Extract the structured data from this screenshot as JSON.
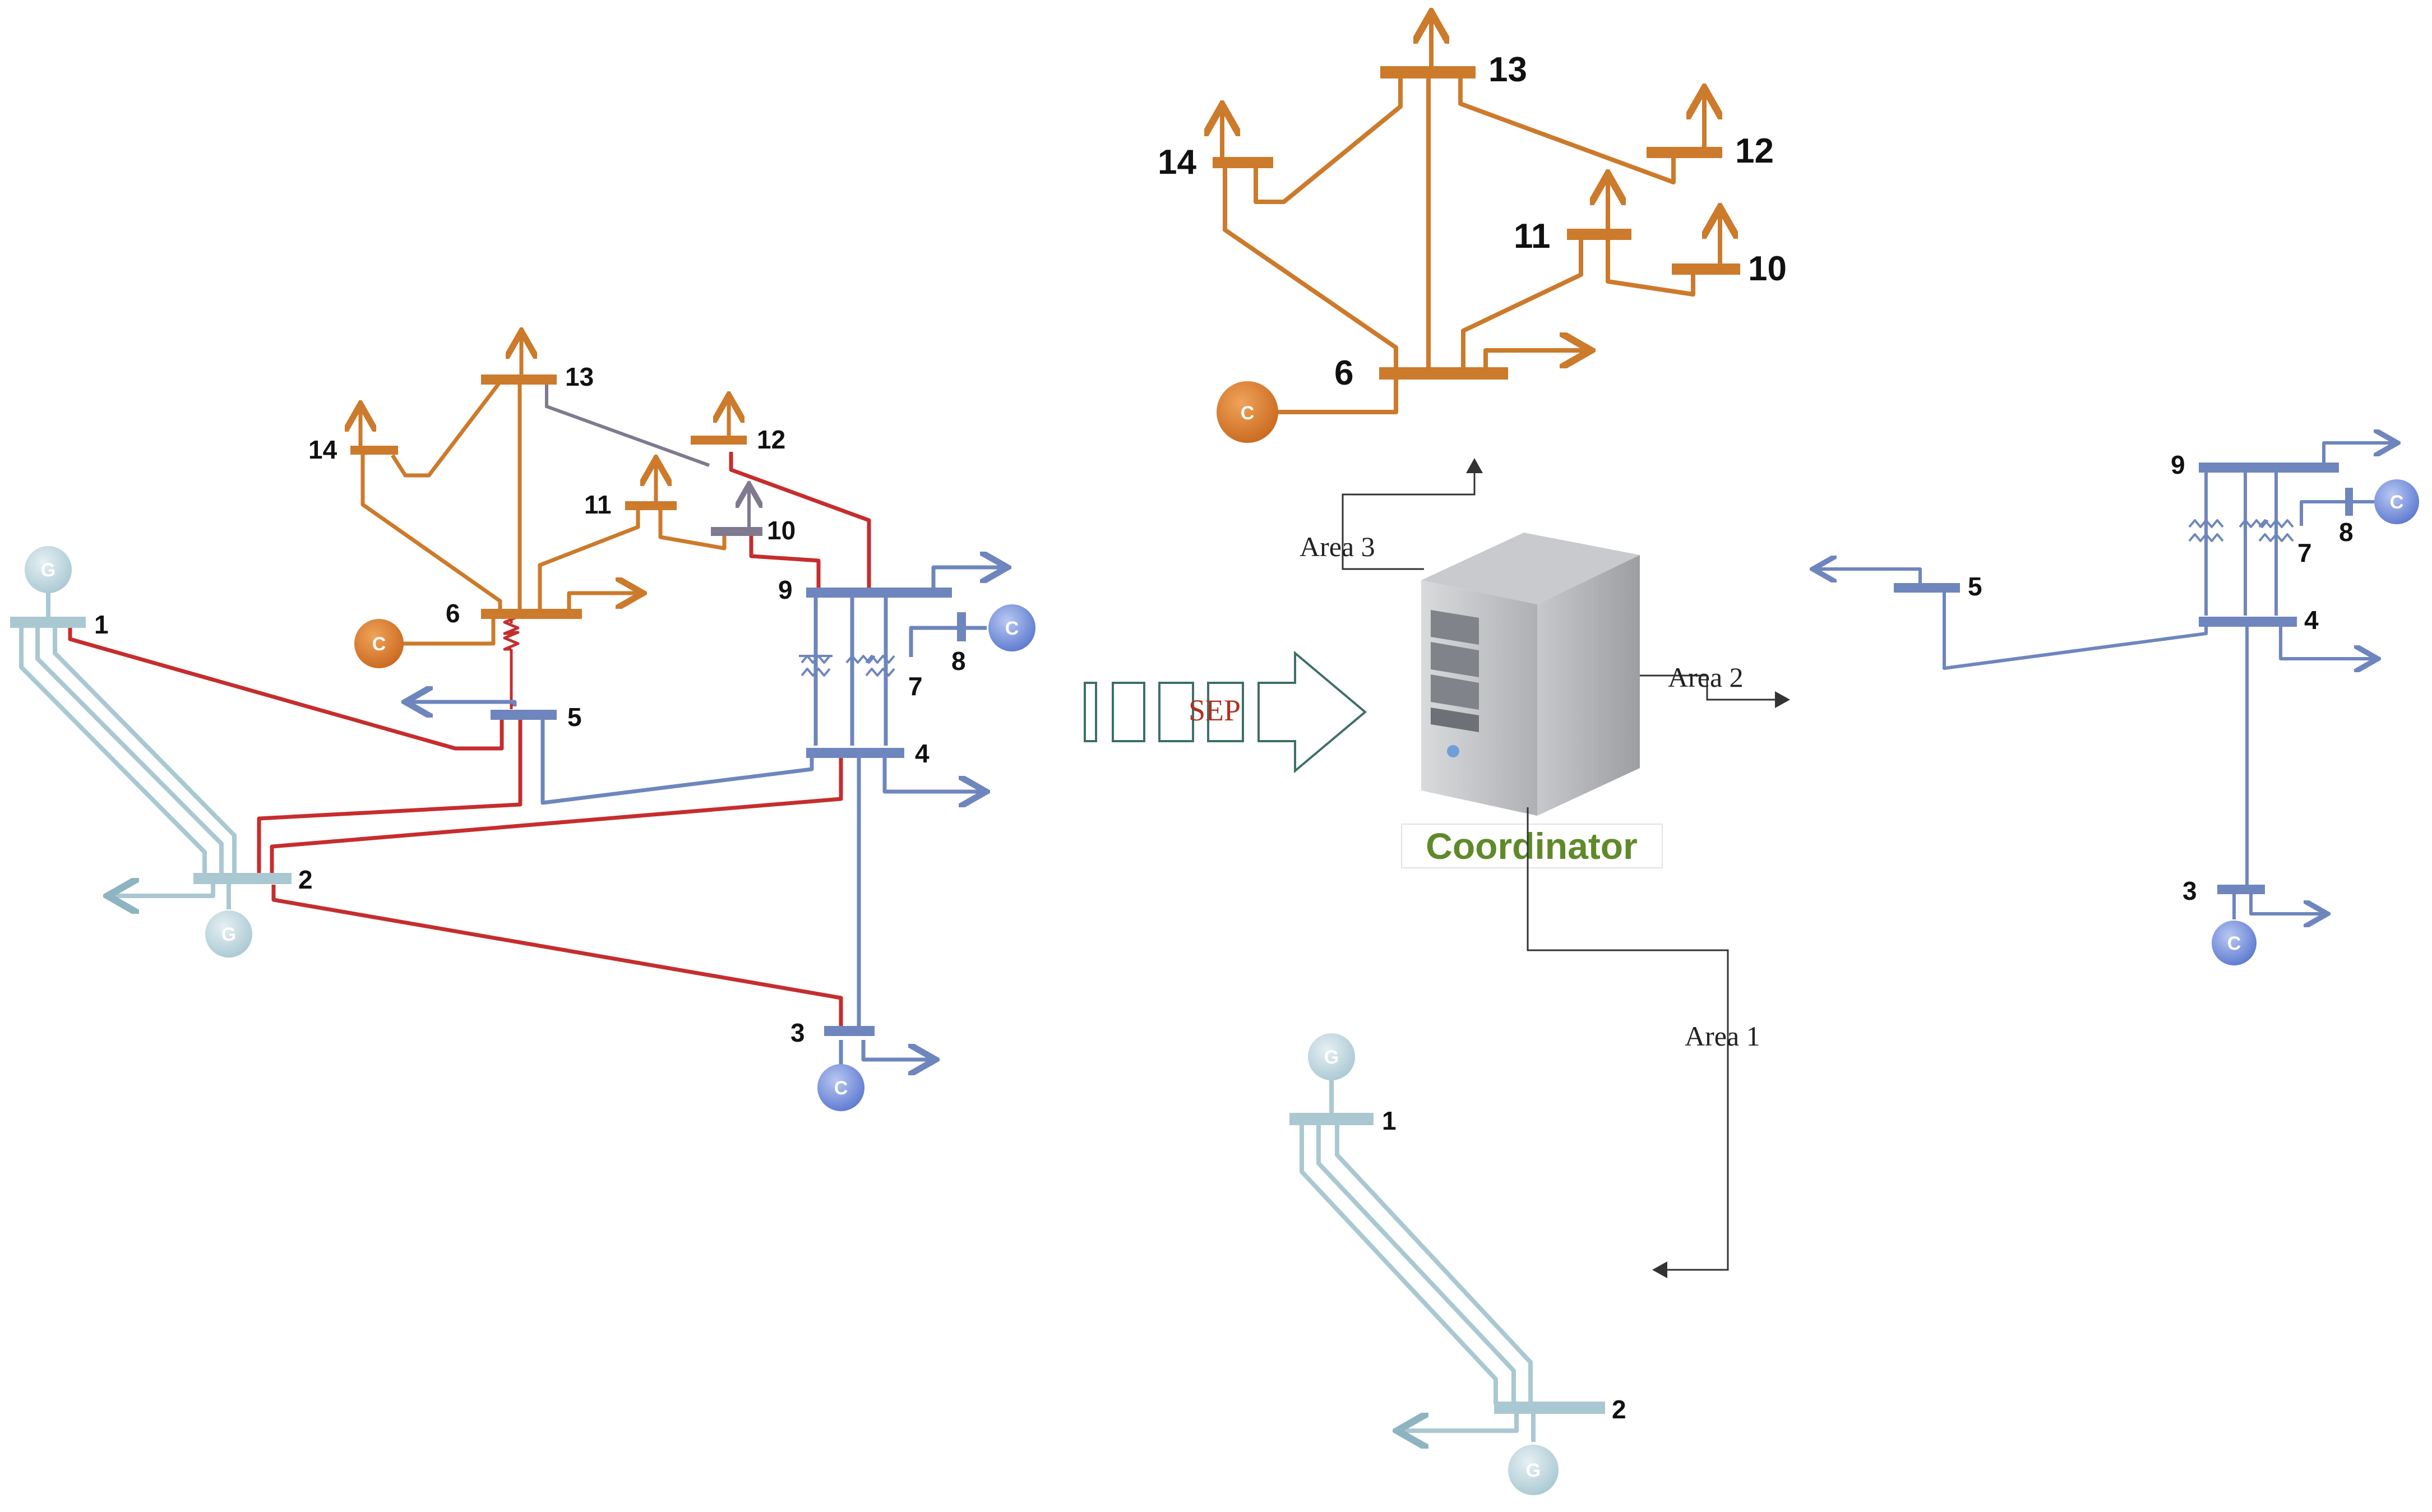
{
  "colors": {
    "area1": "#a9c8d2",
    "area1_dark": "#8fb4c1",
    "area2": "#6e86bd",
    "area3": "#cc7a2b",
    "tie_line": "#c62d2d",
    "tie_line_grey": "#7f7a8e",
    "coordinator_text": "#5f8a2a",
    "sep_text": "#b03020",
    "black_line": "#333333"
  },
  "full_system": {
    "bus_labels": {
      "b1": "1",
      "b2": "2",
      "b3": "3",
      "b4": "4",
      "b5": "5",
      "b6": "6",
      "b7": "7",
      "b8": "8",
      "b9": "9",
      "b10": "10",
      "b11": "11",
      "b12": "12",
      "b13": "13",
      "b14": "14"
    },
    "gen_labels": {
      "g1": "G",
      "g2": "G",
      "c3": "C",
      "c6": "C",
      "c8": "C"
    }
  },
  "arrow": {
    "label": "SEP"
  },
  "coordinator": {
    "label": "Coordinator",
    "area_labels": {
      "area1": "Area 1",
      "area2": "Area 2",
      "area3": "Area 3"
    }
  },
  "area3_subsystem": {
    "bus_labels": {
      "b6": "6",
      "b10": "10",
      "b11": "11",
      "b12": "12",
      "b13": "13",
      "b14": "14"
    },
    "gen_labels": {
      "c6": "C"
    }
  },
  "area2_subsystem": {
    "bus_labels": {
      "b3": "3",
      "b4": "4",
      "b5": "5",
      "b7": "7",
      "b8": "8",
      "b9": "9"
    },
    "gen_labels": {
      "c3": "C",
      "c8": "C"
    }
  },
  "area1_subsystem": {
    "bus_labels": {
      "b1": "1",
      "b2": "2"
    },
    "gen_labels": {
      "g1": "G",
      "g2": "G"
    }
  }
}
